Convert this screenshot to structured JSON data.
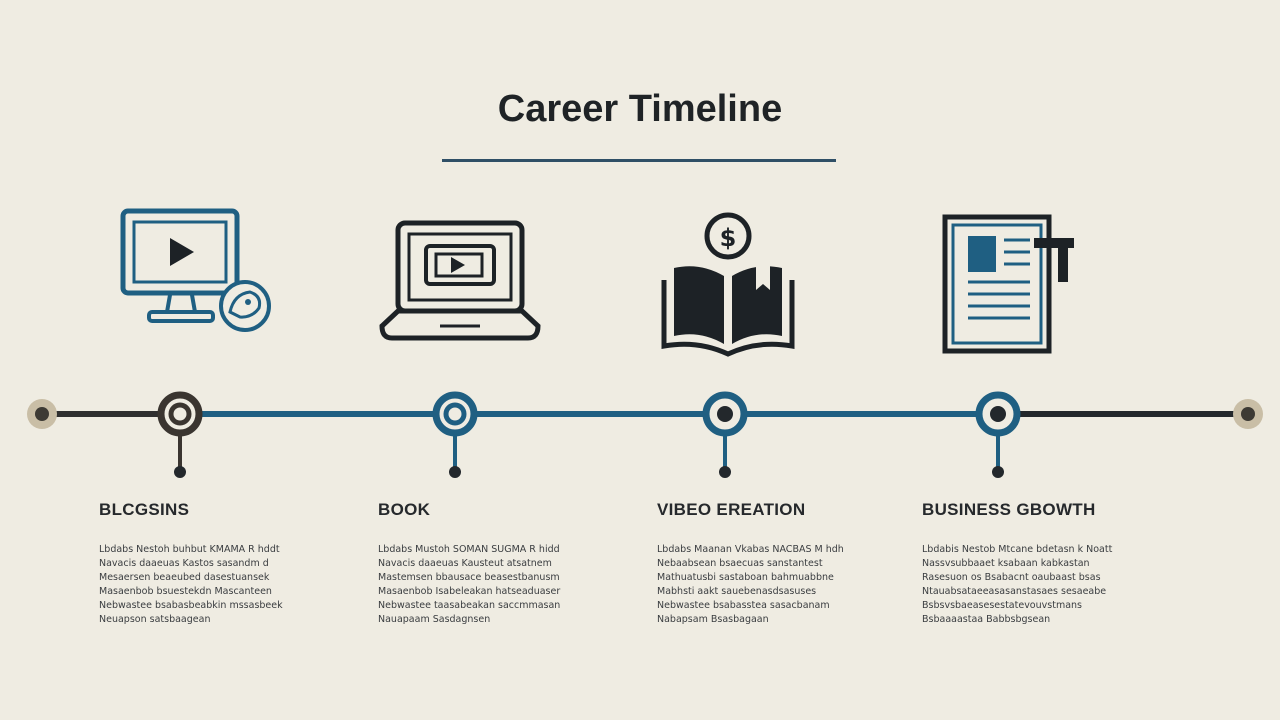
{
  "title": "Career Timeline",
  "colors": {
    "background": "#efece2",
    "blue": "#1f5f82",
    "dark": "#23282c",
    "tan": "#c9bea6"
  },
  "icons": [
    "monitor-play-icon",
    "laptop-play-icon",
    "dollar-book-icon",
    "document-icon"
  ],
  "milestones": [
    {
      "label": "BLCGSINS",
      "lines": [
        "Lbdabs Nestoh buhbut KMAMA R hddt",
        "Navacis daaeuas Kastos sasandm d",
        "Mesaersen beaeubed dasestuansek",
        "Masaenbob bsuestekdn Mascanteen",
        "Nebwastee bsabasbeabkin mssasbeek",
        "Neuapson satsbaagean"
      ]
    },
    {
      "label": "BOOK",
      "lines": [
        "Lbdabs Mustoh SOMAN SUGMA R hidd",
        "Navacis daaeuas Kausteut atsatnem",
        "Mastemsen bbausace beasestbanusm",
        "Masaenbob Isabeleakan hatseaduaser",
        "Nebwastee taasabeakan saccmmasan",
        "Nauapaam Sasdagnsen"
      ]
    },
    {
      "label": "VIBEO EREATION",
      "lines": [
        "Lbdabs Maanan Vkabas NACBAS M hdh",
        "Nebaabsean bsaecuas sanstantest",
        "Mathuatusbi sastaboan bahmuabbne",
        "Mabhsti aakt sauebenasdsasuses",
        "Nebwastee bsabasstea sasacbanam",
        "Nabapsam Bsasbagaan"
      ]
    },
    {
      "label": "BUSINESS GBOWTH",
      "lines": [
        "Lbdabis Nestob Mtcane bdetasn k Noatt",
        "Nassvsubbaaet ksabaan kabkastan",
        "Rasesuon os Bsabacnt oaubaast bsas",
        "Ntauabsataeeasasanstasaes sesaeabe",
        "Bsbsvsbaeasesestatevouvstmans",
        "Bsbaaaastaa Babbsbgsean"
      ]
    }
  ]
}
